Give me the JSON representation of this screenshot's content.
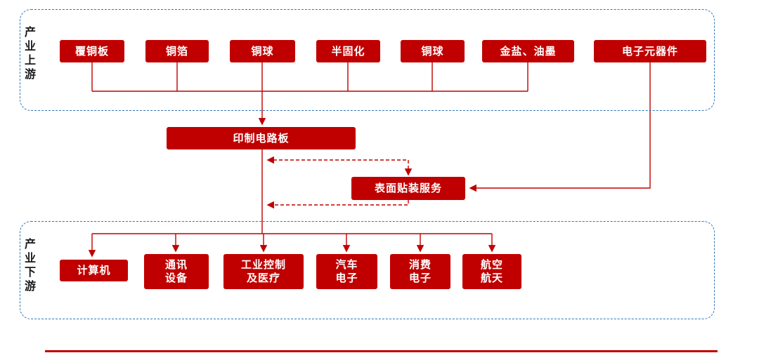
{
  "diagram": {
    "upstream": {
      "label": "产业上游",
      "items": [
        "覆铜板",
        "铜箔",
        "铜球",
        "半固化",
        "铜球",
        "金盐、油墨",
        "电子元器件"
      ]
    },
    "core": {
      "pcb": "印制电路板",
      "smt": "表面贴装服务"
    },
    "downstream": {
      "label": "产业下游",
      "items": [
        "计算机",
        "通讯\n设备",
        "工业控制\n及医疗",
        "汽车\n电子",
        "消费\n电子",
        "航空\n航天"
      ]
    },
    "colors": {
      "node_fill": "#c00000",
      "node_text": "#ffffff",
      "connector": "#c00000",
      "group_border": "#2e75b6",
      "divider": "#c00000"
    }
  }
}
